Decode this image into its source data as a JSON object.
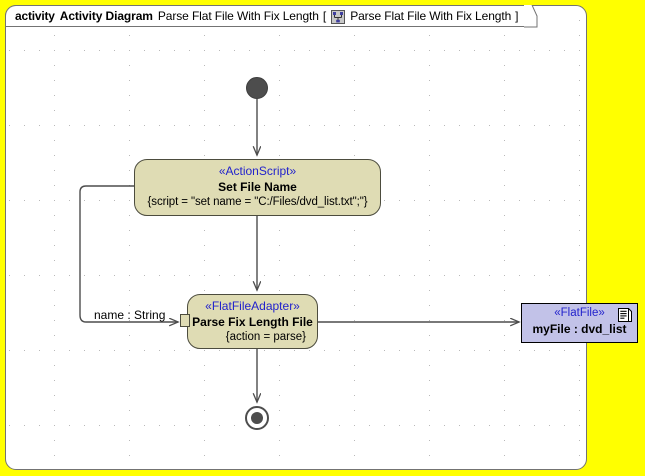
{
  "canvas": {
    "background_color": "#ffff00",
    "frame_background_color": "#ffffff",
    "grid": "dotted"
  },
  "frame": {
    "keyword": "activity",
    "kind_label": "Activity Diagram",
    "name": "Parse Flat File With Fix Length",
    "bracket_open": "[",
    "tab_icon": "activity-diagram-icon",
    "tab_name": "Parse Flat File With Fix Length",
    "bracket_close": "]"
  },
  "nodes": {
    "initial": {
      "name": "initial-node",
      "shape": "filled-circle",
      "color": "#4d4d4d"
    },
    "set_file_name": {
      "stereotype": "«ActionScript»",
      "name": "Set File Name",
      "properties": "{script = \"set name = \"C:/Files/dvd_list.txt\";\"}",
      "fill_color": "#dfdcb4",
      "stereotype_color": "#2222cc"
    },
    "parse_fix_length_file": {
      "stereotype": "«FlatFileAdapter»",
      "name": "Parse Fix Length File",
      "properties": "{action = parse}",
      "fill_color": "#dfdcb4",
      "stereotype_color": "#2222cc"
    },
    "flat_file_object": {
      "stereotype": "«FlatFile»",
      "name": "myFile : dvd_list",
      "icon": "document-list-icon",
      "fill_color": "#c2c2e8",
      "stereotype_color": "#2222cc"
    },
    "final": {
      "name": "activity-final-node",
      "shape": "circle-with-filled-dot",
      "color": "#4d4d4d"
    }
  },
  "edges": {
    "initial_to_set_file_name": {
      "label": ""
    },
    "set_file_name_to_parse": {
      "label": ""
    },
    "parse_to_final": {
      "label": ""
    },
    "parse_to_flat_file": {
      "label": ""
    },
    "feedback_name_string": {
      "label": "name : String"
    }
  }
}
